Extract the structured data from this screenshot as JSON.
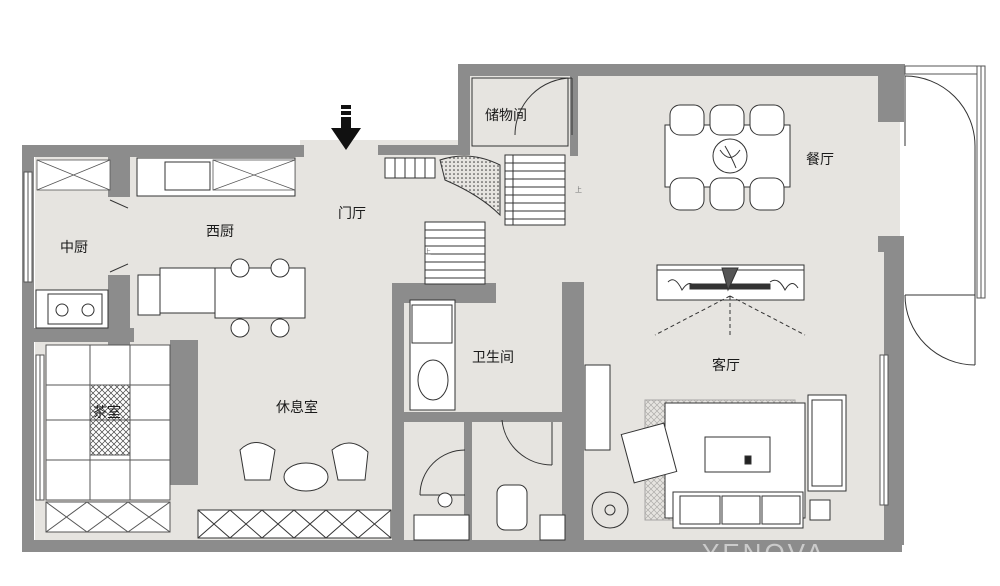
{
  "rooms": {
    "storage": "储物间",
    "dining": "餐厅",
    "foyer": "门厅",
    "western_kitchen": "西厨",
    "chinese_kitchen": "中厨",
    "bathroom": "卫生间",
    "living_room": "客厅",
    "lounge": "休息室",
    "tea_room": "茶室"
  },
  "stair_marks": {
    "up_a": "上",
    "up_b": "上"
  },
  "watermark": "YENOVA",
  "colors": {
    "wall": "#8c8c8c",
    "floor": "#e6e4e0",
    "furniture_line": "#333333",
    "background": "#ffffff"
  },
  "icons": {
    "entrance": "entrance-arrow-icon",
    "plant": "plant-icon"
  }
}
